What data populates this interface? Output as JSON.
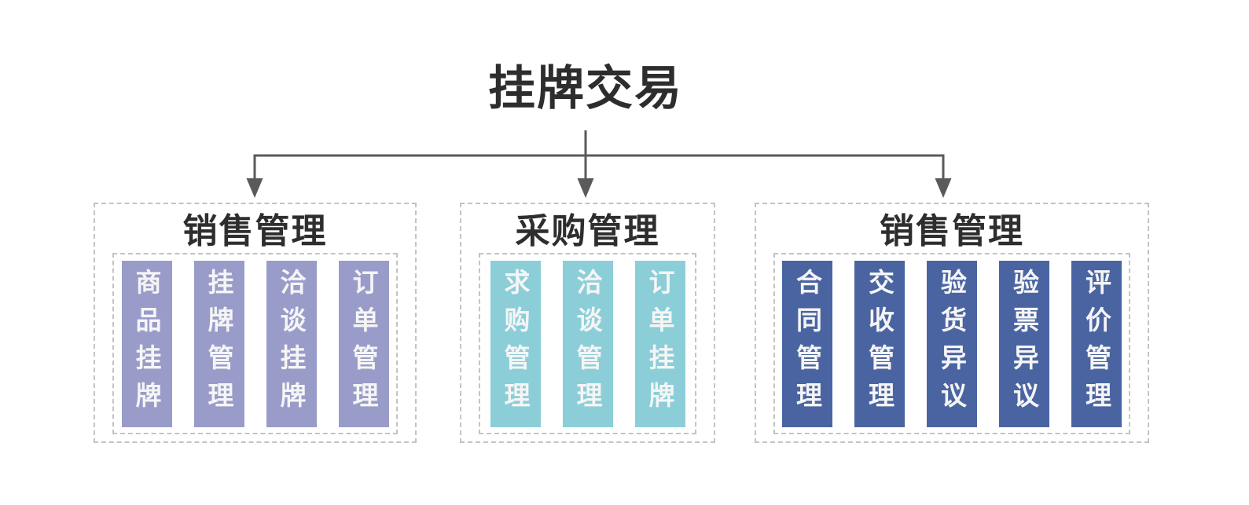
{
  "title": "挂牌交易",
  "groups": [
    {
      "header": "销售管理",
      "color": "#999cc9",
      "items": [
        "商品挂牌",
        "挂牌管理",
        "洽谈挂牌",
        "订单管理"
      ]
    },
    {
      "header": "采购管理",
      "color": "#8bced8",
      "items": [
        "求购管理",
        "洽谈管理",
        "订单挂牌"
      ]
    },
    {
      "header": "销售管理",
      "color": "#4a64a2",
      "items": [
        "合同管理",
        "交收管理",
        "验货异议",
        "验票异议",
        "评价管理"
      ]
    }
  ],
  "colors": {
    "bar_purple": "#999cc9",
    "bar_teal": "#8bced8",
    "bar_blue": "#4a64a2",
    "connector_line": "#5a5a5a",
    "dashed_border": "#c3c3c3",
    "heading_text": "#2e2e2e",
    "bar_text": "#f5f5f5"
  }
}
